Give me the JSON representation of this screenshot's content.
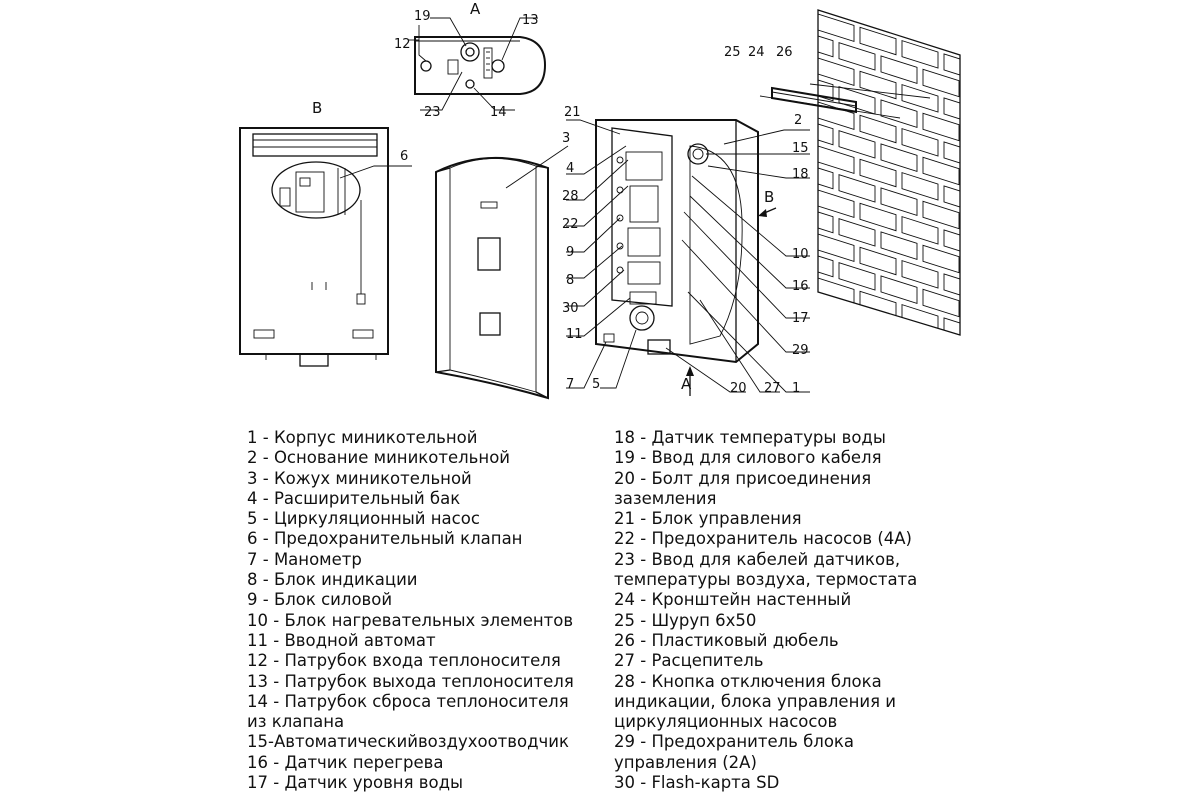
{
  "views": {
    "a": "A",
    "b": "B"
  },
  "callouts": [
    "1",
    "2",
    "3",
    "4",
    "5",
    "6",
    "7",
    "8",
    "9",
    "10",
    "11",
    "12",
    "13",
    "14",
    "15",
    "16",
    "17",
    "18",
    "19",
    "20",
    "21",
    "22",
    "23",
    "24",
    "25",
    "26",
    "27",
    "28",
    "29",
    "30"
  ],
  "legend_left": [
    "1 - Корпус миникотельной",
    "2 - Основание миникотельной",
    "3 - Кожух миникотельной",
    "4 - Расширительный бак",
    "5 - Циркуляционный насос",
    "6 - Предохранительный клапан",
    "7 - Манометр",
    "8 - Блок индикации",
    "9 - Блок силовой",
    "10 - Блок нагревательных элементов",
    "11 - Вводной автомат",
    "12 - Патрубок входа теплоносителя",
    "13 - Патрубок выхода теплоносителя",
    "14 - Патрубок сброса теплоносителя",
    "из клапана",
    "15-Автоматическийвоздухоотводчик",
    "16 - Датчик перегрева",
    "17 - Датчик уровня воды"
  ],
  "legend_right": [
    "18 - Датчик температуры воды",
    "19 - Ввод для силового кабеля",
    "20 - Болт для присоединения",
    "заземления",
    "21 - Блок управления",
    "22 - Предохранитель насосов (4А)",
    "23 - Ввод для кабелей датчиков,",
    "температуры воздуха, термостата",
    "24 - Кронштейн настенный",
    "25 - Шуруп 6х50",
    "26 - Пластиковый дюбель",
    "27 - Расцепитель",
    "28 - Кнопка отключения блока",
    "индикации, блока управления и",
    "циркуляционных насосов",
    "29 - Предохранитель блока",
    "управления (2А)",
    "30 - Flash-карта SD"
  ]
}
